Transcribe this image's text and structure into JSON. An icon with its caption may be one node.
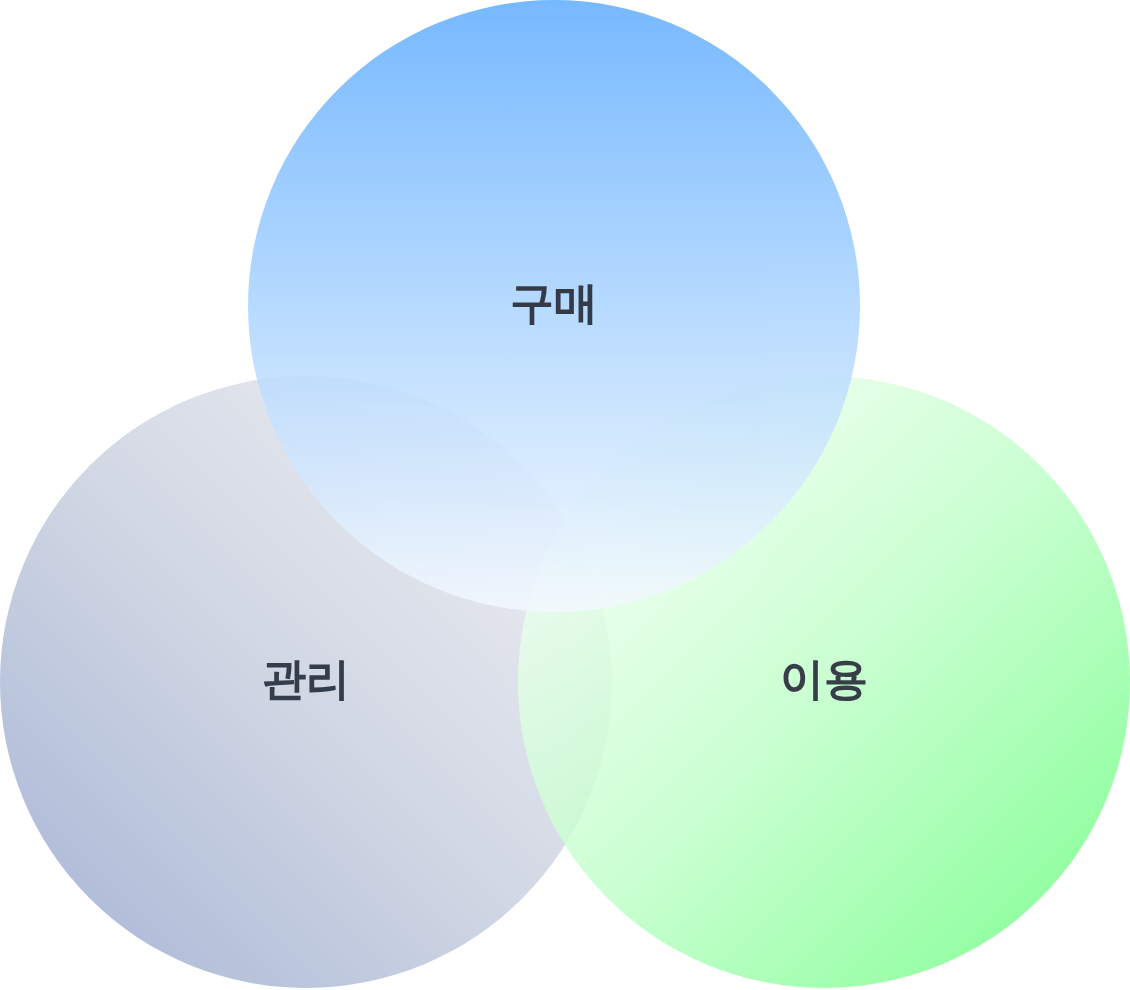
{
  "diagram": {
    "nodes": [
      {
        "text": [
          "구매"
        ]
      },
      {
        "text": [
          "관리"
        ]
      },
      {
        "text": [
          "이용"
        ]
      }
    ]
  }
}
